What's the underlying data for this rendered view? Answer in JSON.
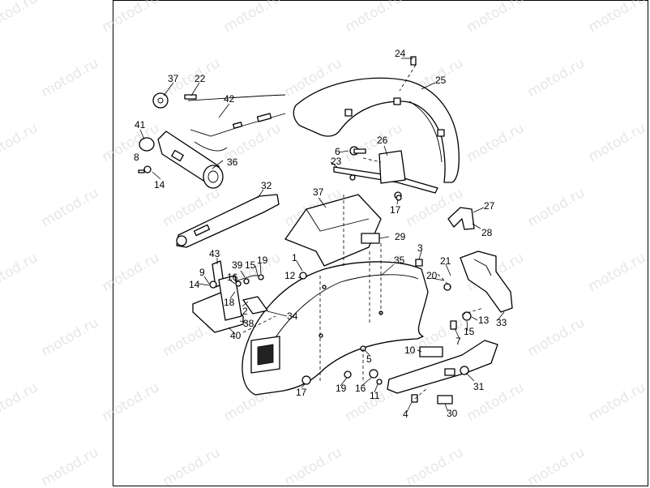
{
  "watermark": "motod.ru",
  "callouts": [
    {
      "part": "pillion-seat-mount",
      "text": "37"
    },
    {
      "part": "wire-clip",
      "text": "22"
    },
    {
      "part": "harness",
      "text": "42"
    },
    {
      "part": "grommet",
      "text": "41"
    },
    {
      "part": "screw",
      "text": "8"
    },
    {
      "part": "washer",
      "text": "14"
    },
    {
      "part": "tail-lamp-bracket",
      "text": "36"
    },
    {
      "part": "support-rail",
      "text": "32"
    },
    {
      "part": "rear-fender-bracket",
      "text": "37"
    },
    {
      "part": "plate",
      "text": "29"
    },
    {
      "part": "stud",
      "text": "24"
    },
    {
      "part": "front-fender",
      "text": "25"
    },
    {
      "part": "screw",
      "text": "6"
    },
    {
      "part": "brace",
      "text": "26"
    },
    {
      "part": "screw",
      "text": "23"
    },
    {
      "part": "nut",
      "text": "17"
    },
    {
      "part": "clip",
      "text": "27"
    },
    {
      "part": "bracket",
      "text": "28"
    },
    {
      "part": "screw",
      "text": "3"
    },
    {
      "part": "rear-fender",
      "text": "35"
    },
    {
      "part": "nut",
      "text": "21"
    },
    {
      "part": "washer",
      "text": "20"
    },
    {
      "part": "bolt",
      "text": "1"
    },
    {
      "part": "washer",
      "text": "12"
    },
    {
      "part": "bracket",
      "text": "43"
    },
    {
      "part": "spacer",
      "text": "39"
    },
    {
      "part": "screw",
      "text": "15"
    },
    {
      "part": "nut",
      "text": "19"
    },
    {
      "part": "screw",
      "text": "9"
    },
    {
      "part": "washer",
      "text": "14"
    },
    {
      "part": "clip",
      "text": "16"
    },
    {
      "part": "washer",
      "text": "18"
    },
    {
      "part": "clip",
      "text": "2"
    },
    {
      "part": "plate",
      "text": "34"
    },
    {
      "part": "screw",
      "text": "38"
    },
    {
      "part": "license-bracket",
      "text": "40"
    },
    {
      "part": "nut",
      "text": "13"
    },
    {
      "part": "screw",
      "text": "15"
    },
    {
      "part": "screw",
      "text": "7"
    },
    {
      "part": "fender-extension",
      "text": "33"
    },
    {
      "part": "plate",
      "text": "10"
    },
    {
      "part": "screw",
      "text": "5"
    },
    {
      "part": "nut",
      "text": "17"
    },
    {
      "part": "nut",
      "text": "19"
    },
    {
      "part": "washer",
      "text": "16"
    },
    {
      "part": "nut",
      "text": "11"
    },
    {
      "part": "support-rail",
      "text": "31"
    },
    {
      "part": "screw",
      "text": "4"
    },
    {
      "part": "plate",
      "text": "30"
    }
  ]
}
